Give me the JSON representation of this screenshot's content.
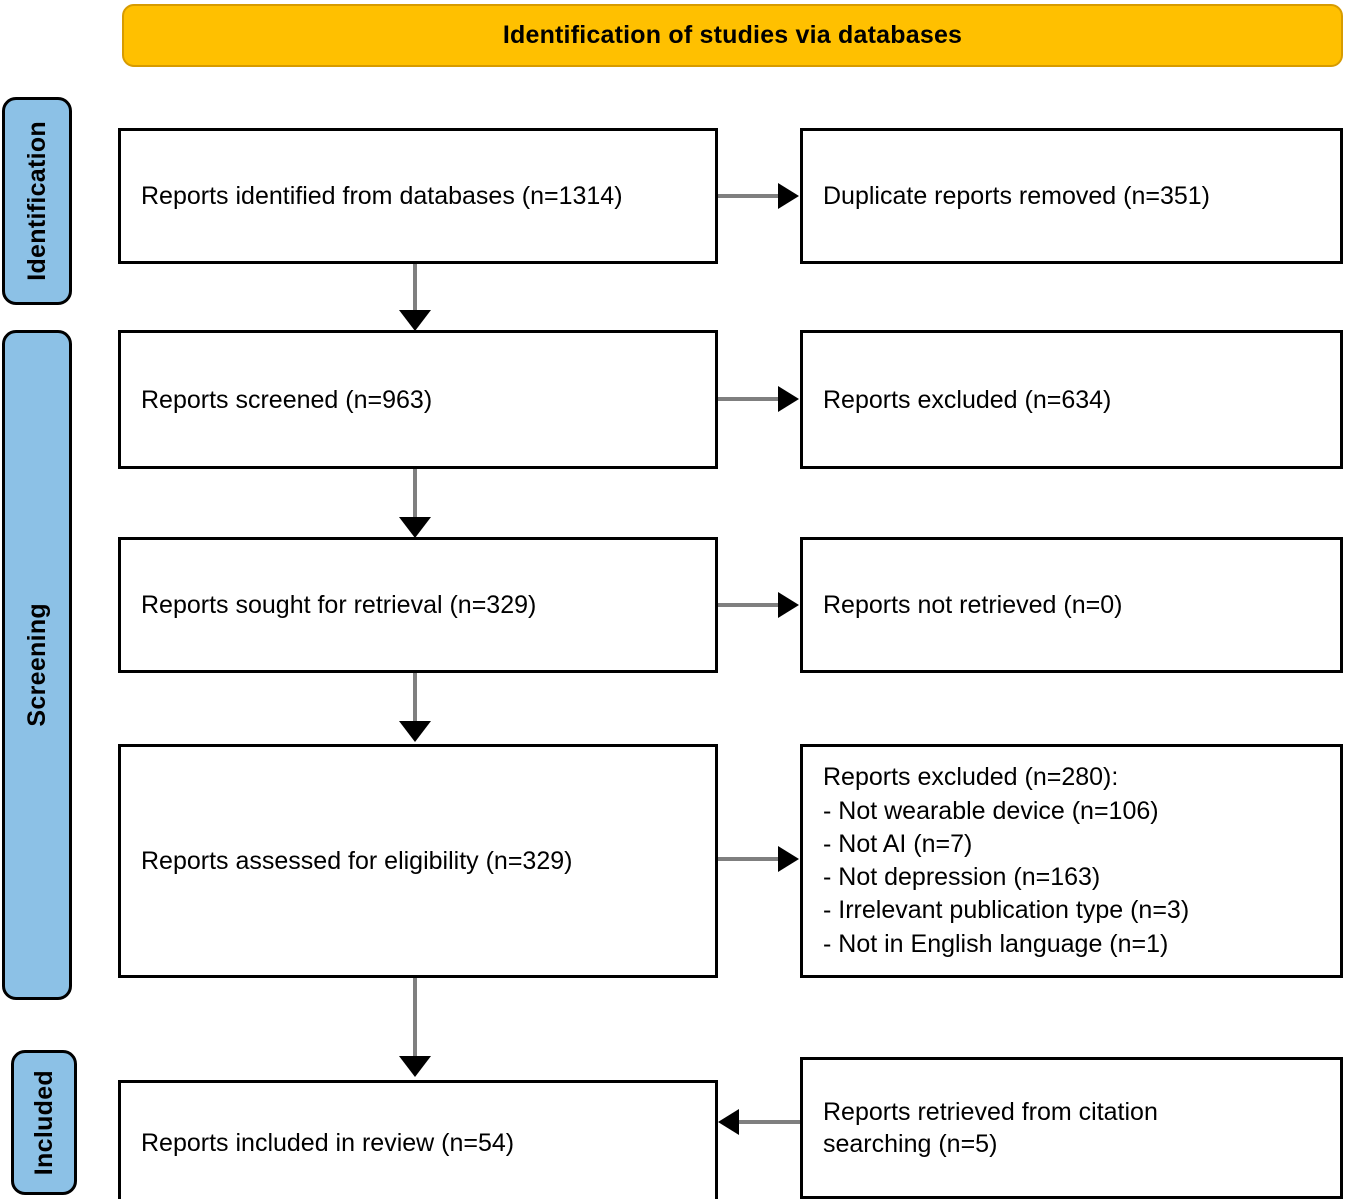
{
  "banner": {
    "title": "Identification of studies via databases",
    "bg_color": "#FFC000",
    "border_color": "#D79B00"
  },
  "stages": [
    {
      "label": "Identification",
      "bg_color": "#8CC1E6"
    },
    {
      "label": "Screening",
      "bg_color": "#8CC1E6"
    },
    {
      "label": "Included",
      "bg_color": "#8CC1E6"
    }
  ],
  "boxes": {
    "identified": "Reports identified from databases (n=1314)",
    "duplicates": "Duplicate reports removed (n=351)",
    "screened": "Reports screened (n=963)",
    "excluded": "Reports excluded (n=634)",
    "sought": "Reports sought for retrieval (n=329)",
    "not_retrieved": "Reports not retrieved (n=0)",
    "assessed": "Reports assessed for eligibility (n=329)",
    "excluded_reasons": "Reports excluded (n=280):\n  - Not wearable device (n=106)\n  - Not AI (n=7)\n  - Not depression (n=163)\n  - Irrelevant publication type (n=3)\n  - Not in English language (n=1)",
    "included": "Reports included in review (n=54)",
    "citation": "Reports retrieved from citation\nsearching (n=5)"
  },
  "chart_data": {
    "type": "diagram",
    "title": "Identification of studies via databases",
    "diagram_kind": "PRISMA flow diagram",
    "stages": [
      "Identification",
      "Screening",
      "Included"
    ],
    "nodes": [
      {
        "id": "identified",
        "stage": "Identification",
        "label": "Reports identified from databases",
        "n": 1314,
        "column": "left"
      },
      {
        "id": "duplicates",
        "stage": "Identification",
        "label": "Duplicate reports removed",
        "n": 351,
        "column": "right"
      },
      {
        "id": "screened",
        "stage": "Screening",
        "label": "Reports screened",
        "n": 963,
        "column": "left"
      },
      {
        "id": "excluded",
        "stage": "Screening",
        "label": "Reports excluded",
        "n": 634,
        "column": "right"
      },
      {
        "id": "sought",
        "stage": "Screening",
        "label": "Reports sought for retrieval",
        "n": 329,
        "column": "left"
      },
      {
        "id": "not_retrieved",
        "stage": "Screening",
        "label": "Reports not retrieved",
        "n": 0,
        "column": "right"
      },
      {
        "id": "assessed",
        "stage": "Screening",
        "label": "Reports assessed for eligibility",
        "n": 329,
        "column": "left"
      },
      {
        "id": "excluded_reasons",
        "stage": "Screening",
        "label": "Reports excluded",
        "n": 280,
        "column": "right",
        "reasons": [
          {
            "label": "Not wearable device",
            "n": 106
          },
          {
            "label": "Not AI",
            "n": 7
          },
          {
            "label": "Not depression",
            "n": 163
          },
          {
            "label": "Irrelevant publication type",
            "n": 3
          },
          {
            "label": "Not in English language",
            "n": 1
          }
        ]
      },
      {
        "id": "included",
        "stage": "Included",
        "label": "Reports included in review",
        "n": 54,
        "column": "left"
      },
      {
        "id": "citation",
        "stage": "Included",
        "label": "Reports retrieved from citation searching",
        "n": 5,
        "column": "right"
      }
    ],
    "edges": [
      {
        "from": "identified",
        "to": "duplicates",
        "direction": "right"
      },
      {
        "from": "identified",
        "to": "screened",
        "direction": "down"
      },
      {
        "from": "screened",
        "to": "excluded",
        "direction": "right"
      },
      {
        "from": "screened",
        "to": "sought",
        "direction": "down"
      },
      {
        "from": "sought",
        "to": "not_retrieved",
        "direction": "right"
      },
      {
        "from": "sought",
        "to": "assessed",
        "direction": "down"
      },
      {
        "from": "assessed",
        "to": "excluded_reasons",
        "direction": "right"
      },
      {
        "from": "assessed",
        "to": "included",
        "direction": "down"
      },
      {
        "from": "citation",
        "to": "included",
        "direction": "left"
      }
    ]
  }
}
